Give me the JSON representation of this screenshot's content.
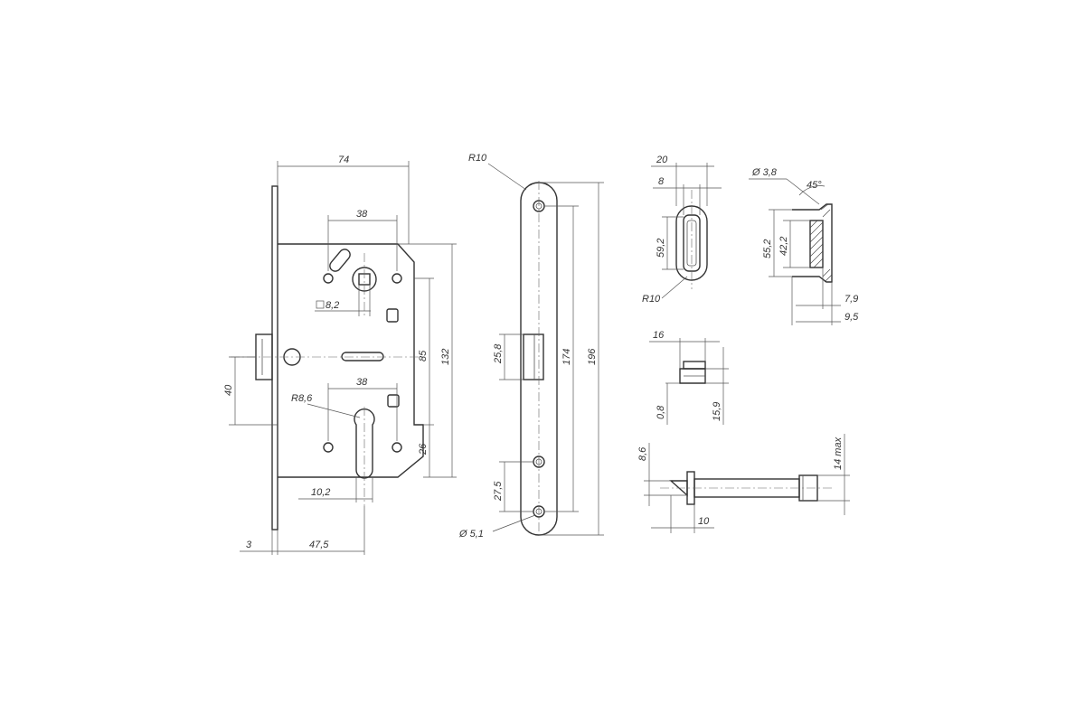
{
  "lock_body": {
    "dims": {
      "width": "74",
      "hole_spacing_top": "38",
      "square_spindle": "8,2",
      "latch_offset": "40",
      "radius": "R8,6",
      "hole_spacing_bottom": "38",
      "cylinder_width": "10,2",
      "faceplate_thickness": "3",
      "backset": "47,5",
      "center_distance": "85",
      "body_height": "132",
      "cylinder_offset": "26"
    }
  },
  "faceplate": {
    "dims": {
      "top_radius": "R10",
      "latch_window": "25,8",
      "screw_spacing": "174",
      "plate_height": "196",
      "lower_hole": "27,5",
      "hole_diameter": "Ø 5,1"
    }
  },
  "strike_plate": {
    "dims": {
      "width": "20",
      "slot_width": "8",
      "slot_height": "59,2",
      "radius": "R10"
    }
  },
  "strike_side": {
    "dims": {
      "hole_diameter": "Ø 3,8",
      "chamfer": "45°",
      "outer_height": "55,2",
      "inner_height": "42,2",
      "depth_inner": "7,9",
      "depth_outer": "9,5"
    }
  },
  "latch_detail": {
    "dims": {
      "width": "16",
      "lip": "0,8",
      "height": "15,9"
    }
  },
  "spindle_detail": {
    "dims": {
      "head_height": "8,6",
      "head_length": "10",
      "max_size": "14 max"
    }
  }
}
